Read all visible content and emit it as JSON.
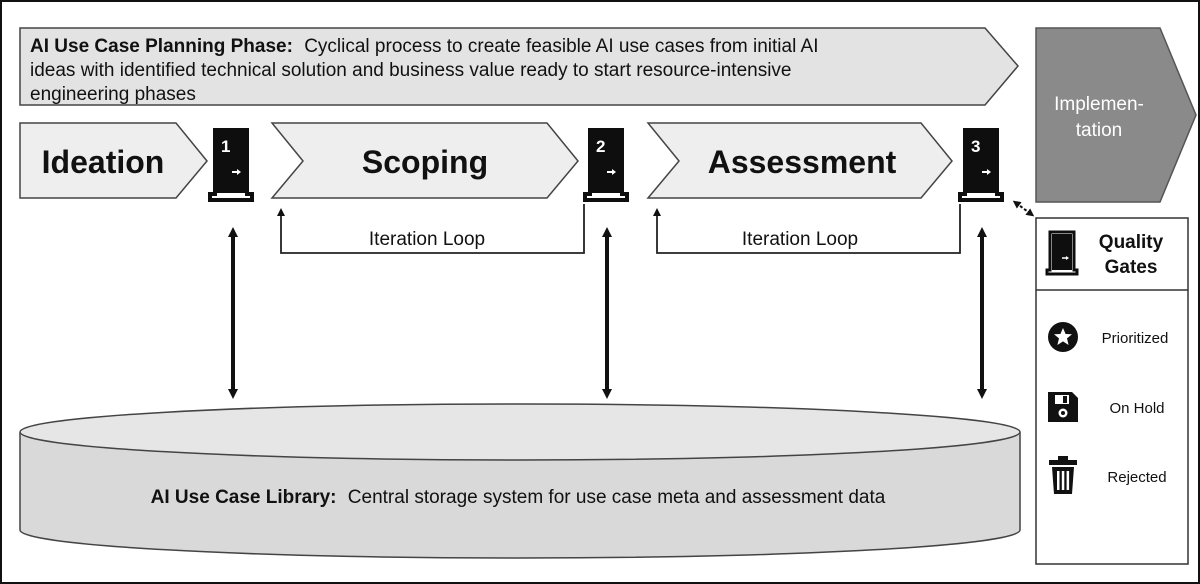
{
  "planning_phase": {
    "title": "AI Use Case Planning Phase:",
    "line1": "Cyclical process to create feasible AI use cases from initial AI",
    "line2": "ideas with identified technical solution and business value ready to start resource-intensive",
    "line3": "engineering phases"
  },
  "implementation": {
    "line1": "Implemen-",
    "line2": "tation"
  },
  "phases": [
    {
      "label": "Ideation"
    },
    {
      "label": "Scoping"
    },
    {
      "label": "Assessment"
    }
  ],
  "gates": [
    {
      "number": "1"
    },
    {
      "number": "2"
    },
    {
      "number": "3"
    }
  ],
  "iteration_loops": [
    {
      "label": "Iteration Loop"
    },
    {
      "label": "Iteration Loop"
    }
  ],
  "library": {
    "title": "AI Use Case Library:",
    "description": "Central storage system for use case meta and assessment data"
  },
  "legend": {
    "title_line1": "Quality",
    "title_line2": "Gates",
    "items": [
      {
        "label": "Prioritized",
        "icon": "star-circle-icon"
      },
      {
        "label": "On Hold",
        "icon": "floppy-disk-icon"
      },
      {
        "label": "Rejected",
        "icon": "trash-can-icon"
      }
    ]
  },
  "colors": {
    "arrow_fill": "#eeeeee",
    "banner_fill": "#e3e3e3",
    "implementation_fill": "#8a8a8a",
    "library_fill": "#d9d9d9",
    "stroke": "#333333"
  }
}
